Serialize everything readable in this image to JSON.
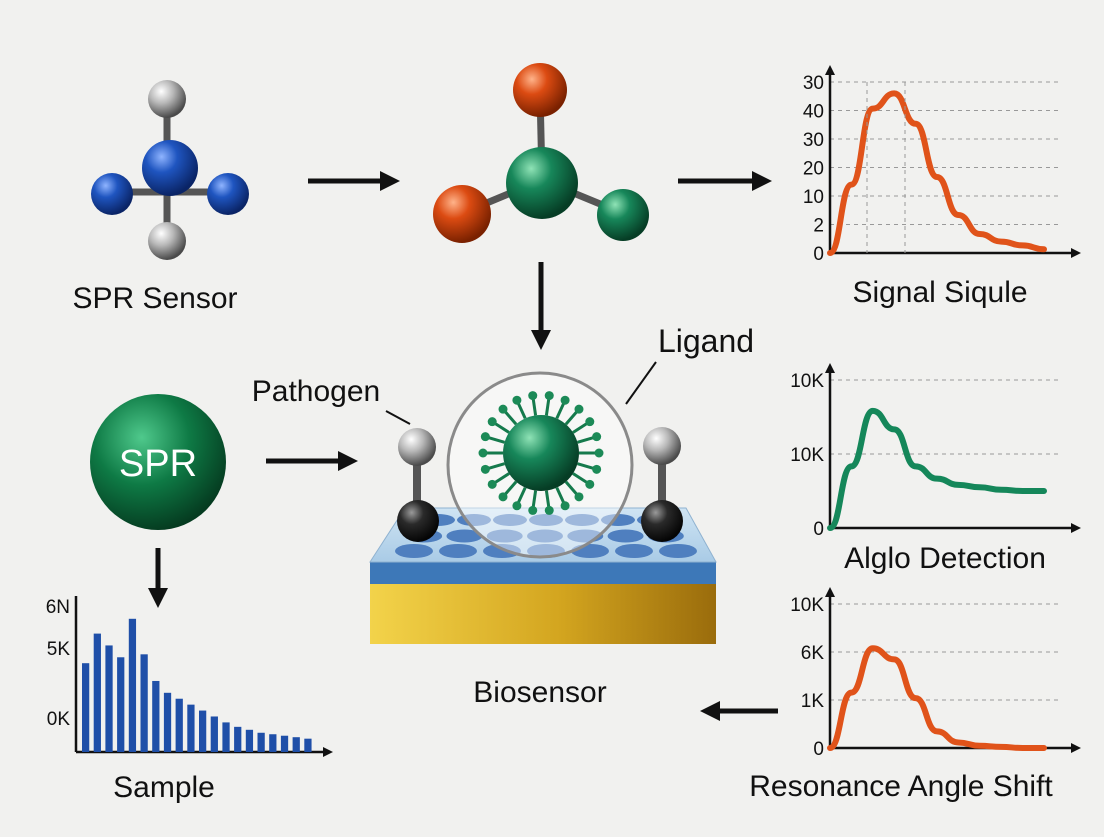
{
  "labels": {
    "spr_sensor": "SPR Sensor",
    "spr_sphere": "SPR",
    "pathogen": "Pathogen",
    "ligand": "Ligand",
    "biosensor": "Biosensor",
    "signal_chart": "Signal Siqule",
    "detection_chart": "Alglo Detection",
    "shift_chart": "Resonance Angle Shift",
    "sample_chart": "Sample"
  },
  "colors": {
    "background": "#f1f1ef",
    "orange_curve": "#e0531a",
    "green_curve": "#15875a",
    "blue_bars": "#1f4fa8",
    "sphere_green": "#0f7a45",
    "atom_blue": "#1447a6",
    "atom_orange": "#d9470f",
    "gold_substrate": "#c99a1a"
  },
  "chart_data": [
    {
      "type": "line",
      "title": "Signal Siqule",
      "y_tick_labels": [
        "30",
        "40",
        "30",
        "20",
        "10",
        "2",
        "0"
      ],
      "series": [
        {
          "color": "#e0531a",
          "x": [
            0,
            1,
            2,
            3,
            4,
            5,
            6,
            7,
            8,
            9,
            10
          ],
          "y": [
            0,
            18,
            38,
            42,
            34,
            20,
            10,
            5,
            3,
            2,
            1
          ]
        }
      ],
      "grid": true,
      "ylim": [
        0,
        45
      ]
    },
    {
      "type": "line",
      "title": "Alglo Detection",
      "y_tick_labels": [
        "10K",
        "10K",
        "0"
      ],
      "series": [
        {
          "color": "#15875a",
          "x": [
            0,
            1,
            2,
            3,
            4,
            5,
            6,
            7,
            8,
            9,
            10
          ],
          "y": [
            0,
            5,
            9.5,
            8,
            5,
            4,
            3.5,
            3.3,
            3.1,
            3,
            3
          ]
        }
      ],
      "grid": true,
      "ylim": [
        0,
        12
      ]
    },
    {
      "type": "line",
      "title": "Resonance Angle Shift",
      "y_tick_labels": [
        "10K",
        "6K",
        "1K",
        "0"
      ],
      "series": [
        {
          "color": "#e0531a",
          "x": [
            0,
            1,
            2,
            3,
            4,
            5,
            6,
            7,
            8,
            9,
            10
          ],
          "y": [
            0,
            5,
            9,
            8,
            4.5,
            1.5,
            0.5,
            0.2,
            0.1,
            0,
            0
          ]
        }
      ],
      "grid": true,
      "ylim": [
        0,
        13
      ]
    },
    {
      "type": "bar",
      "title": "Sample",
      "y_tick_labels": [
        "6N",
        "5K",
        "0K"
      ],
      "values": [
        60,
        80,
        72,
        64,
        90,
        66,
        48,
        40,
        36,
        32,
        28,
        24,
        20,
        17,
        15,
        13,
        12,
        11,
        10,
        9
      ],
      "ylim": [
        0,
        100
      ]
    }
  ]
}
